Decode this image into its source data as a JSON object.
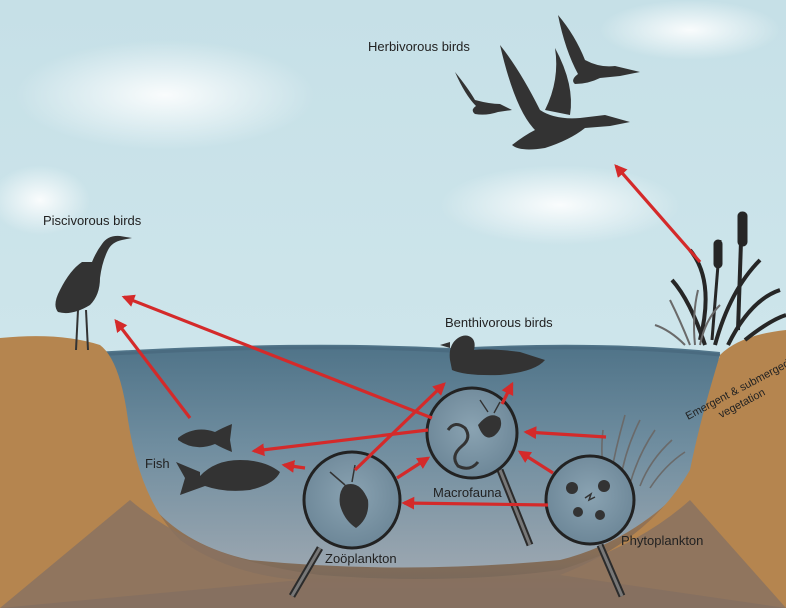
{
  "labels": {
    "herbivorous_birds": "Herbivorous birds",
    "piscivorous_birds": "Piscivorous birds",
    "benthivorous_birds": "Benthivorous birds",
    "fish": "Fish",
    "zooplankton": "Zoöplankton",
    "macrofauna": "Macrofauna",
    "phytoplankton": "Phytoplankton",
    "vegetation_line1": "Emergent & submerged",
    "vegetation_line2": "vegetation"
  },
  "colors": {
    "sky": "#c9e3ea",
    "water_top": "#5c7f94",
    "water_bottom": "#8a9aa8",
    "bank": "#b88752",
    "sediment": "#7a6a5c",
    "arrow": "#d42a2a",
    "silhouette": "#333333"
  }
}
